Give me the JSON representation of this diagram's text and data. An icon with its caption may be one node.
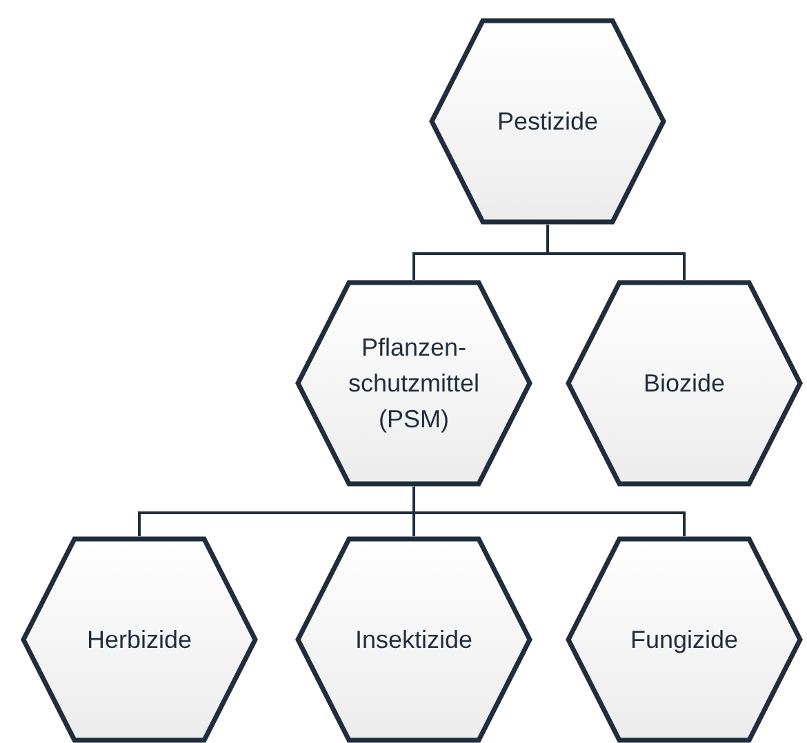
{
  "diagram": {
    "nodes": [
      {
        "text": [
          "Pestizide"
        ]
      },
      {
        "text": [
          "Pflanzen- schutzmittel (PSM)"
        ]
      },
      {
        "text": [
          "Biozide"
        ]
      },
      {
        "text": [
          "Herbizide"
        ]
      },
      {
        "text": [
          "Insektizide"
        ]
      },
      {
        "text": [
          "Fungizide"
        ]
      }
    ],
    "edges": [
      {
        "from": 0,
        "to": 1,
        "arrow": "none"
      },
      {
        "from": 0,
        "to": 2,
        "arrow": "none"
      },
      {
        "from": 1,
        "to": 3,
        "arrow": "none"
      },
      {
        "from": 1,
        "to": 4,
        "arrow": "none"
      },
      {
        "from": 1,
        "to": 5,
        "arrow": "none"
      }
    ]
  }
}
